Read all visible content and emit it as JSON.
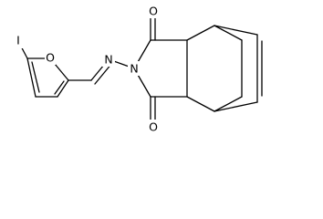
{
  "molecule": {
    "atoms": {
      "iodine": "I",
      "furan_oxygen": "O",
      "imine_nitrogen": "N",
      "imide_nitrogen": "N",
      "carbonyl_oxygen_top": "O",
      "carbonyl_oxygen_bottom": "O"
    },
    "colors": {
      "bond": "#000000",
      "label": "#000000",
      "background": "#ffffff"
    }
  }
}
